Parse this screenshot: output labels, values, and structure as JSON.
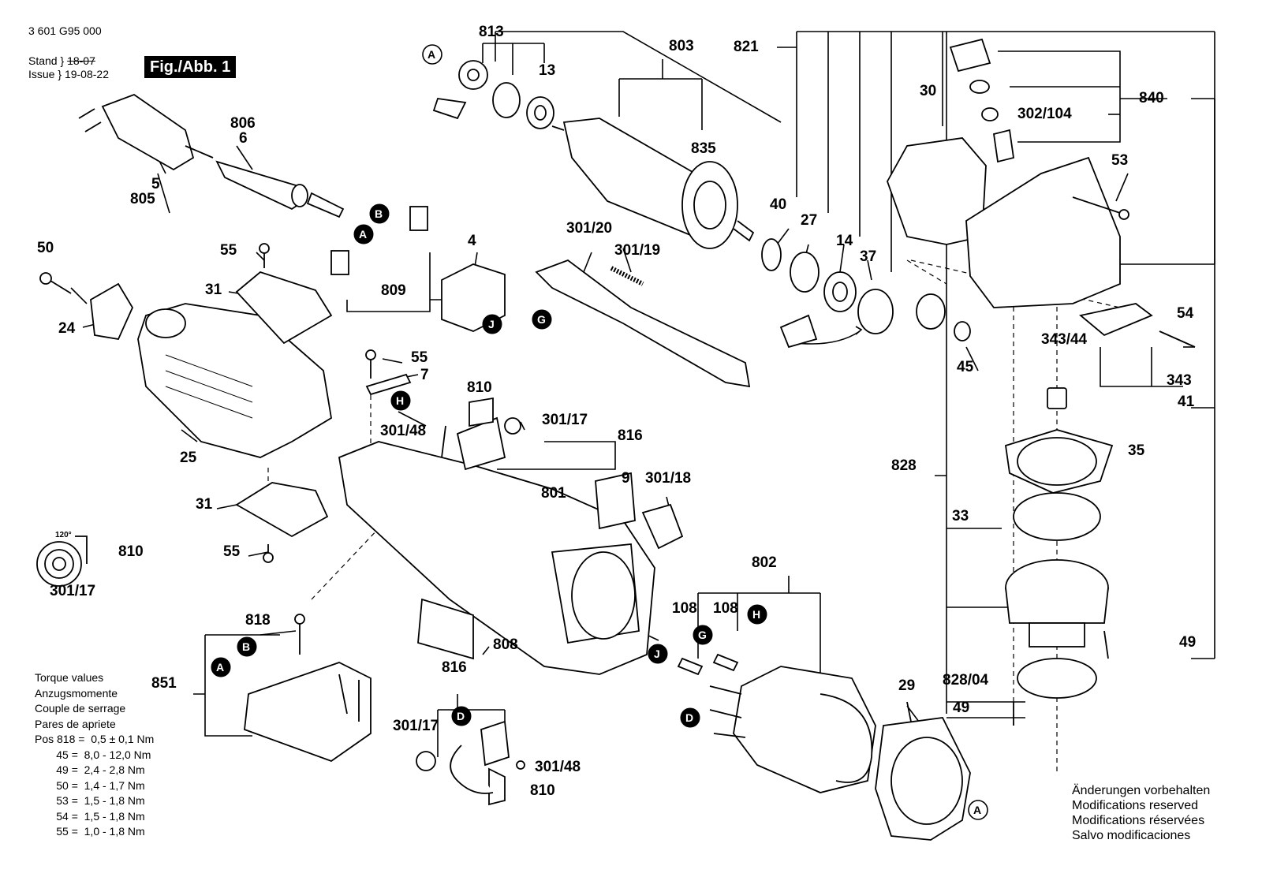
{
  "header": {
    "doc_number": "3 601 G95 000",
    "stand_label": "Stand",
    "issue_label": "Issue",
    "stand_date": "18-07",
    "issue_date": "19-08-22",
    "figure_tag": "Fig./Abb. 1"
  },
  "part_labels": {
    "p813": "813",
    "p803": "803",
    "p821": "821",
    "p13": "13",
    "p30": "30",
    "p840": "840",
    "p302_104": "302/104",
    "p806": "806",
    "p6": "6",
    "p835": "835",
    "p53": "53",
    "p5": "5",
    "p805": "805",
    "p40": "40",
    "p27": "27",
    "p14": "14",
    "p37": "37",
    "p50": "50",
    "p55a": "55",
    "p301_20": "301/20",
    "p301_19": "301/19",
    "p4": "4",
    "p31a": "31",
    "p809": "809",
    "p24": "24",
    "p54": "54",
    "p343_44": "343/44",
    "p45": "45",
    "p343": "343",
    "p55b": "55",
    "p7": "7",
    "p41": "41",
    "p810a": "810",
    "p301_17a": "301/17",
    "p816a": "816",
    "p301_48a": "301/48",
    "p25": "25",
    "p35": "35",
    "p9": "9",
    "p301_18": "301/18",
    "p828": "828",
    "p801": "801",
    "p31b": "31",
    "p33": "33",
    "p55c": "55",
    "p810b": "810",
    "p301_17b": "301/17",
    "p802": "802",
    "p108a": "108",
    "p108b": "108",
    "p818": "818",
    "p808": "808",
    "p49a": "49",
    "p851": "851",
    "p816b": "816",
    "p828_04": "828/04",
    "p29": "29",
    "p49b": "49",
    "p301_17c": "301/17",
    "p301_48b": "301/48",
    "p810c": "810",
    "angle": "120°"
  },
  "connector_markers": {
    "A": "A",
    "B": "B",
    "D": "D",
    "G": "G",
    "H": "H",
    "J": "J"
  },
  "torque_table": {
    "title_en": "Torque values",
    "title_de": "Anzugsmomente",
    "title_fr": "Couple de serrage",
    "title_es": "Pares de apriete",
    "rows": [
      "Pos 818 =  0,5 ± 0,1 Nm",
      "       45 =  8,0 - 12,0 Nm",
      "       49 =  2,4 - 2,8 Nm",
      "       50 =  1,4 - 1,7 Nm",
      "       53 =  1,5 - 1,8 Nm",
      "       54 =  1,5 - 1,8 Nm",
      "       55 =  1,0 - 1,8 Nm"
    ]
  },
  "notes": [
    "Änderungen vorbehalten",
    "Modifications reserved",
    "Modifications réservées",
    "Salvo modificaciones"
  ]
}
